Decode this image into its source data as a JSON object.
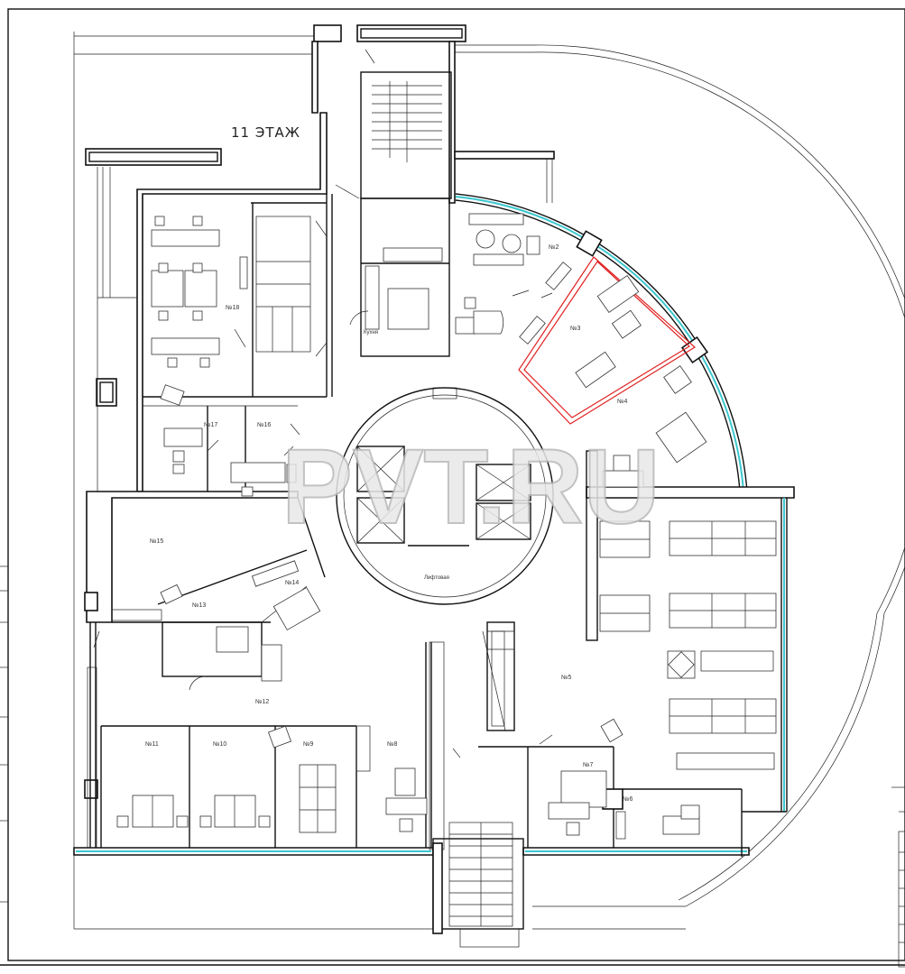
{
  "floor": {
    "label": "11 ЭТАЖ"
  },
  "watermark": "PVT.RU",
  "rooms": [
    {
      "id": "2",
      "label": "№2"
    },
    {
      "id": "3",
      "label": "№3"
    },
    {
      "id": "4",
      "label": "№4"
    },
    {
      "id": "5",
      "label": "№5"
    },
    {
      "id": "6",
      "label": "№6"
    },
    {
      "id": "7",
      "label": "№7"
    },
    {
      "id": "8",
      "label": "№8"
    },
    {
      "id": "9",
      "label": "№9"
    },
    {
      "id": "10",
      "label": "№10"
    },
    {
      "id": "11",
      "label": "№11"
    },
    {
      "id": "12",
      "label": "№12"
    },
    {
      "id": "13",
      "label": "№13"
    },
    {
      "id": "14",
      "label": "№14"
    },
    {
      "id": "15",
      "label": "№15"
    },
    {
      "id": "16",
      "label": "№16"
    },
    {
      "id": "17",
      "label": "№17"
    },
    {
      "id": "18",
      "label": "№18"
    }
  ],
  "kitchen": {
    "label": "Кухня"
  },
  "lift_hall": {
    "label": "Лифтовая"
  },
  "colors": {
    "glazing": "#3cc7cf",
    "highlight": "#e02020",
    "lines": "#111111"
  }
}
